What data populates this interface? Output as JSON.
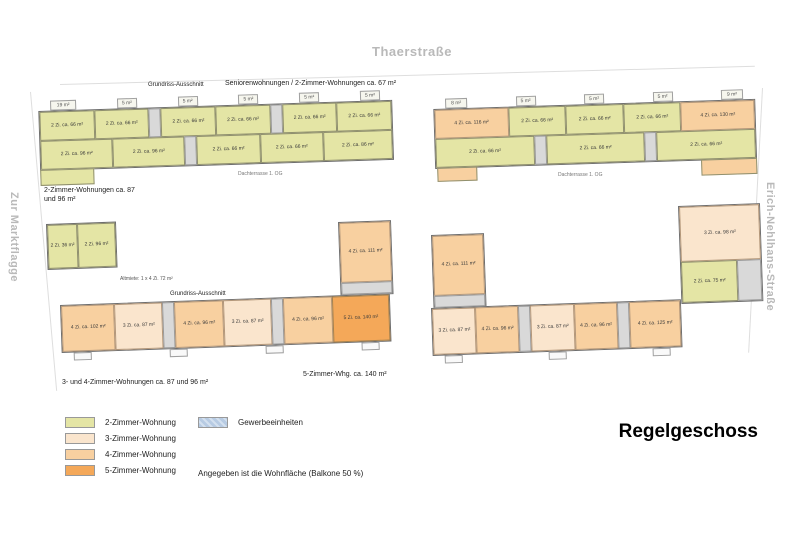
{
  "title": "Regelgeschoss",
  "streets": {
    "top": "Thaerstraße",
    "left": "Zur Marktflagge",
    "right": "Erich-Nehlhans-Straße"
  },
  "captions": {
    "grundriss_top": "Grundriss-Ausschnitt",
    "senioren": "Seniorenwohnungen / 2-Zimmer-Wohnungen ca. 67 m²",
    "zwei_zimmer": "2-Zimmer-Wohnungen ca. 87 und 96 m²",
    "altmiete": "Altmiete: 1 x 4 Zi. 72 m²",
    "grundriss_bottom": "Grundriss-Ausschnitt",
    "drei_vier": "3- und 4-Zimmer-Wohnungen ca. 87 und 96 m²",
    "fuenf": "5-Zimmer-Whg. ca. 140 m²"
  },
  "legend": {
    "items": [
      {
        "label": "2-Zimmer-Wohnung",
        "color": "#e4e5a5"
      },
      {
        "label": "3-Zimmer-Wohnung",
        "color": "#fae5cd"
      },
      {
        "label": "4-Zimmer-Wohnung",
        "color": "#f8d0a0"
      },
      {
        "label": "5-Zimmer-Wohnung",
        "color": "#f4a859"
      },
      {
        "label": "Gewerbeeinheiten",
        "color": "#b7cbe3"
      }
    ],
    "note": "Angegeben ist die Wohnfläche (Balkone 50 %)"
  },
  "buildings": {
    "top_left": {
      "balconies": [
        "19 m²",
        "5 m²",
        "5 m²",
        "5 m²",
        "5 m²",
        "5 m²"
      ],
      "row1": [
        {
          "label": "2 Zi. ca. 66 m²",
          "type": "2"
        },
        {
          "label": "2 Zi. ca. 66 m²",
          "type": "2"
        },
        {
          "label": "2 Zi. ca. 66 m²",
          "type": "2"
        },
        {
          "label": "2 Zi. ca. 66 m²",
          "type": "2"
        },
        {
          "label": "2 Zi. ca. 66 m²",
          "type": "2"
        },
        {
          "label": "2 Zi. ca. 66 m²",
          "type": "2"
        }
      ],
      "row2": [
        {
          "label": "2 Zi. ca. 96 m²",
          "type": "2"
        },
        {
          "label": "2 Zi. ca. 96 m²",
          "type": "2"
        },
        {
          "label": "2 Zi. ca. 66 m²",
          "type": "2"
        },
        {
          "label": "2 Zi. ca. 66 m²",
          "type": "2"
        },
        {
          "label": "2 Zi. ca. 86 m²",
          "type": "2"
        }
      ],
      "dachterrasse": "Dachterrasse 1. OG"
    },
    "top_right": {
      "balconies": [
        "8 m²",
        "5 m²",
        "5 m²",
        "5 m²",
        "9 m²"
      ],
      "row1": [
        {
          "label": "4 Zi. ca. 116 m²",
          "type": "4"
        },
        {
          "label": "2 Zi. ca. 66 m²",
          "type": "2"
        },
        {
          "label": "2 Zi. ca. 66 m²",
          "type": "2"
        },
        {
          "label": "2 Zi. ca. 66 m²",
          "type": "2"
        },
        {
          "label": "4 Zi. ca. 130 m²",
          "type": "4"
        }
      ],
      "row2": [
        {
          "label": "2 Zi. ca. 66 m²",
          "type": "2"
        },
        {
          "label": "2 Zi. ca. 66 m²",
          "type": "2"
        },
        {
          "label": "2 Zi. ca. 66 m²",
          "type": "2"
        }
      ],
      "dachterrasse": "Dachterrasse 1. OG"
    },
    "mid_left": {
      "units": [
        {
          "label": "2 Zi. 36 m²",
          "type": "2"
        },
        {
          "label": "2 Zi. 96 m²",
          "type": "2"
        }
      ]
    },
    "bottom_left": {
      "tower": [
        {
          "label": "4 Zi. ca. 111 m²",
          "type": "4"
        }
      ],
      "row": [
        {
          "label": "4 Zi. ca. 102 m²",
          "type": "4"
        },
        {
          "label": "3 Zi. ca. 87 m²",
          "type": "3"
        },
        {
          "label": "4 Zi. ca. 96 m²",
          "type": "4"
        },
        {
          "label": "3 Zi. ca. 87 m²",
          "type": "3"
        },
        {
          "label": "4 Zi. ca. 96 m²",
          "type": "4"
        },
        {
          "label": "5 Zi. ca. 140 m²",
          "type": "5"
        }
      ]
    },
    "bottom_right": {
      "tower_left": [
        {
          "label": "4 Zi. ca. 111 m²",
          "type": "4"
        }
      ],
      "row": [
        {
          "label": "3 Zi. ca. 87 m²",
          "type": "3"
        },
        {
          "label": "4 Zi. ca. 96 m²",
          "type": "4"
        },
        {
          "label": "3 Zi. ca. 87 m²",
          "type": "3"
        },
        {
          "label": "4 Zi. ca. 96 m²",
          "type": "4"
        },
        {
          "label": "4 Zi. ca. 125 m²",
          "type": "4"
        }
      ],
      "tower_right": [
        {
          "label": "3 Zi. ca. 98 m²",
          "type": "3"
        },
        {
          "label": "2 Zi. ca. 75 m²",
          "type": "2"
        }
      ]
    }
  }
}
